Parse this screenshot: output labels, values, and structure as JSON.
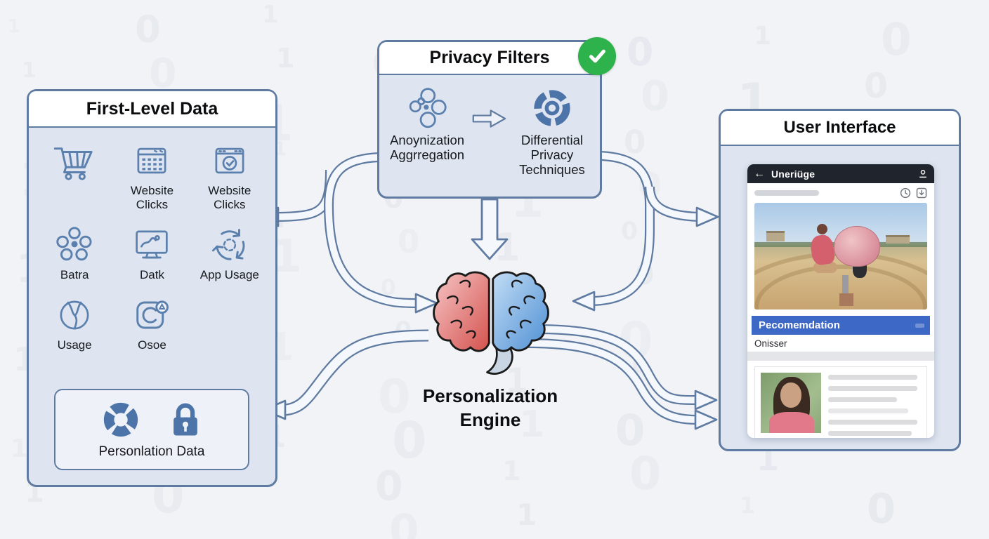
{
  "background": {
    "digit_glyphs": [
      "0",
      "1"
    ]
  },
  "left_panel": {
    "title": "First-Level Data",
    "items": [
      {
        "icon": "shopping-cart-icon",
        "label": ""
      },
      {
        "icon": "calendar-grid-icon",
        "label": "Website\nClicks"
      },
      {
        "icon": "browser-check-icon",
        "label": "Website\nClicks"
      },
      {
        "icon": "flower-cluster-icon",
        "label": "Batra"
      },
      {
        "icon": "monitor-chart-icon",
        "label": "Datk"
      },
      {
        "icon": "recycle-icon",
        "label": "App Usage"
      },
      {
        "icon": "globe-icon",
        "label": "Usage"
      },
      {
        "icon": "app-window-icon",
        "label": "Osoe"
      }
    ],
    "secure_box": {
      "icons": [
        "donut-chart-icon",
        "padlock-icon"
      ],
      "label": "Personlation Data"
    }
  },
  "privacy_panel": {
    "title": "Privacy Filters",
    "status_icon": "green-check-icon",
    "left_item": {
      "icon": "node-cluster-icon",
      "label": "Anoynization\nAggrregation"
    },
    "right_item": {
      "icon": "segmented-ring-icon",
      "label": "Differential\nPrivacy\nTechniques"
    }
  },
  "engine": {
    "icon": "brain-icon",
    "label": "Personalization\nEngine"
  },
  "ui_panel": {
    "title": "User Interface",
    "phone": {
      "nav": {
        "back_icon": "←",
        "title": "Uneriüge",
        "right_icon": "profile-icon"
      },
      "recommendation_label": "Pecomemdation",
      "row_label": "Onisser"
    }
  },
  "colors": {
    "panel_border": "#5f7ba1",
    "panel_body": "#dee5f0",
    "icon_outline_blue": "#5b80ae",
    "icon_fill_blue": "#4d74a8",
    "check_green": "#2eb24c",
    "recommendation_blue": "#3e68c6",
    "phone_nav_dark": "#20242c",
    "brain_pink": "#d4524e",
    "brain_blue": "#4e8fd4"
  }
}
